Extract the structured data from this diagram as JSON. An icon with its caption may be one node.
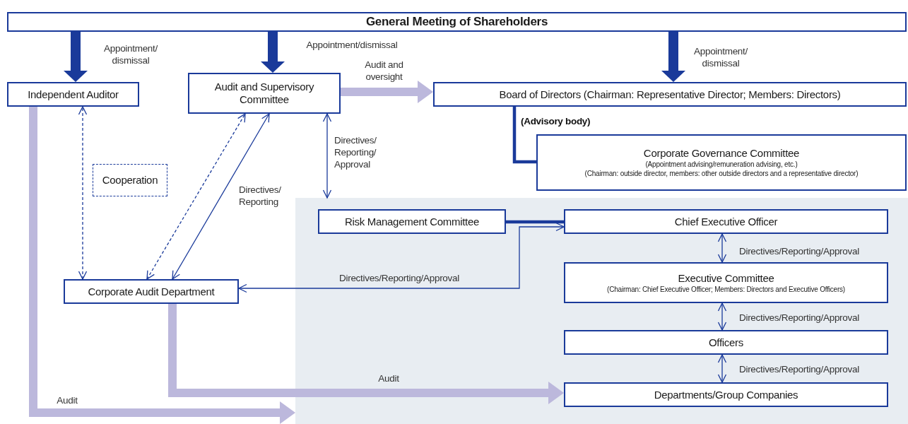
{
  "diagram": {
    "nodes": [
      {
        "text": [
          "General Meeting of Shareholders"
        ]
      },
      {
        "text": [
          "Independent Auditor"
        ]
      },
      {
        "text": [
          "Audit and Supervisory Committee"
        ]
      },
      {
        "text": [
          "Board of Directors (Chairman: Representative Director; Members: Directors)"
        ]
      },
      {
        "text": [
          "Corporate Governance Committee",
          "(Appointment advising/remuneration advising, etc.)",
          "(Chairman: outside director, members: other outside directors and a representative director)"
        ]
      },
      {
        "text": [
          "Cooperation"
        ]
      },
      {
        "text": [],
        "shape": "box"
      },
      {
        "text": [
          "Risk Management Committee"
        ],
        "in": 6
      },
      {
        "text": [
          "Chief Executive Officer"
        ],
        "in": 6
      },
      {
        "text": [
          "Executive Committee",
          "(Chairman: Chief Executive Officer; Members: Directors and Executive Officers)"
        ],
        "in": 6
      },
      {
        "text": [
          "Officers"
        ],
        "in": 6
      },
      {
        "text": [
          "Departments/Group Companies"
        ],
        "in": 6
      },
      {
        "text": [
          "Corporate Audit Department"
        ]
      }
    ],
    "edges": [
      {
        "from": 0,
        "to": 1,
        "arrow": "to",
        "style": "thick",
        "label": "Appointment/ dismissal"
      },
      {
        "from": 0,
        "to": 2,
        "arrow": "to",
        "style": "thick",
        "label": "Appointment/dismissal"
      },
      {
        "from": 0,
        "to": 3,
        "arrow": "to",
        "style": "thick",
        "label": "Appointment/ dismissal"
      },
      {
        "from": 2,
        "to": 3,
        "arrow": "to",
        "style": "thick",
        "color": "#bcb8dc",
        "label": "Audit and oversight"
      },
      {
        "from": 3,
        "to": 4,
        "arrow": "none",
        "style": "thick",
        "label": "(Advisory body)"
      },
      {
        "from": 12,
        "to": 1,
        "arrow": "both",
        "style": "dashed"
      },
      {
        "from": 12,
        "to": 2,
        "arrow": "both",
        "style": "dashed"
      },
      {
        "from": 2,
        "to": 12,
        "arrow": "both",
        "label": "Directives/ Reporting"
      },
      {
        "from": 2,
        "to": 6,
        "arrow": "both",
        "label": "Directives/ Reporting/ Approval"
      },
      {
        "from": 7,
        "to": 8,
        "arrow": "none",
        "style": "thick"
      },
      {
        "from": 8,
        "to": 12,
        "arrow": "both",
        "label": "Directives/Reporting/Approval"
      },
      {
        "from": 8,
        "to": 9,
        "arrow": "both",
        "label": "Directives/Reporting/Approval"
      },
      {
        "from": 9,
        "to": 10,
        "arrow": "both",
        "label": "Directives/Reporting/Approval"
      },
      {
        "from": 10,
        "to": 11,
        "arrow": "both",
        "label": "Directives/Reporting/Approval"
      },
      {
        "from": 12,
        "to": 11,
        "arrow": "to",
        "style": "thick",
        "color": "#bcb8dc",
        "label": "Audit"
      },
      {
        "from": 1,
        "to": 6,
        "arrow": "to",
        "style": "thick",
        "color": "#bcb8dc",
        "label": "Audit"
      }
    ]
  }
}
